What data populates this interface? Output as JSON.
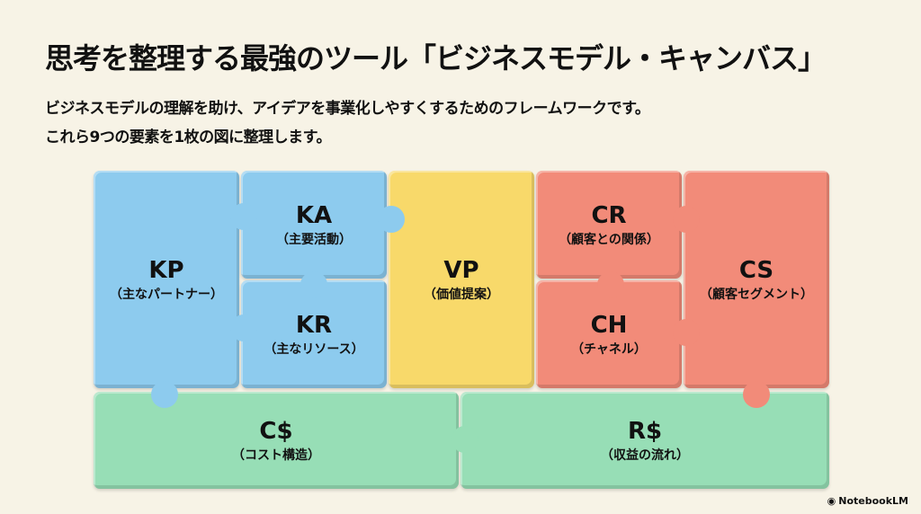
{
  "title": "思考を整理する最強のツール「ビジネスモデル・キャンバス」",
  "description": [
    "ビジネスモデルの理解を助け、アイデアを事業化しやすくするためのフレームワークです。",
    "これら9つの要素を1枚の図に整理します。"
  ],
  "blocks": {
    "kp": {
      "code": "KP",
      "name": "（主なパートナー）"
    },
    "ka": {
      "code": "KA",
      "name": "（主要活動）"
    },
    "kr": {
      "code": "KR",
      "name": "（主なリソース）"
    },
    "vp": {
      "code": "VP",
      "name": "（価値提案）"
    },
    "cr": {
      "code": "CR",
      "name": "（顧客との関係）"
    },
    "ch": {
      "code": "CH",
      "name": "（チャネル）"
    },
    "cs": {
      "code": "CS",
      "name": "（顧客セグメント）"
    },
    "cost": {
      "code": "C$",
      "name": "（コスト構造）"
    },
    "rev": {
      "code": "R$",
      "name": "（収益の流れ）"
    }
  },
  "colors": {
    "blue": "#8dcbee",
    "yellow": "#f8d96a",
    "red": "#f28b79",
    "green": "#97deb6",
    "background": "#f7f3e6"
  },
  "watermark": "NotebookLM"
}
